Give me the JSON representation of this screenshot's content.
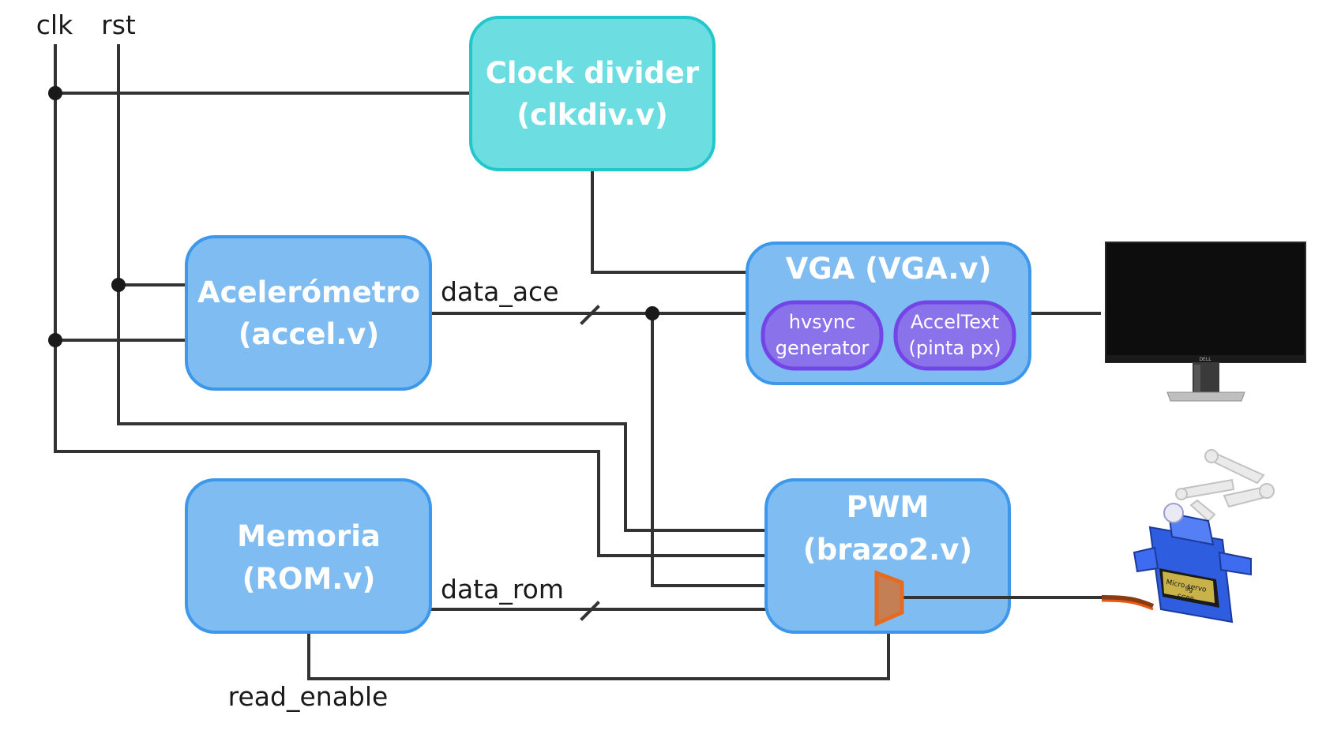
{
  "signals": {
    "clk": "clk",
    "rst": "rst",
    "data_ace": "data_ace",
    "data_rom": "data_rom",
    "read_enable": "read_enable"
  },
  "blocks": {
    "clock_divider": {
      "line1": "Clock divider",
      "line2": "(clkdiv.v)"
    },
    "accelerometer": {
      "line1": "Acelerómetro",
      "line2": "(accel.v)"
    },
    "vga": {
      "title": "VGA (VGA.v)",
      "sub1": {
        "line1": "hvsync",
        "line2": "generator"
      },
      "sub2": {
        "line1": "AccelText",
        "line2": "(pinta px)"
      }
    },
    "memory": {
      "line1": "Memoria",
      "line2": "(ROM.v)"
    },
    "pwm": {
      "line1": "PWM",
      "line2": "(brazo2.v)"
    }
  },
  "servo": {
    "label1": "Micro servo",
    "label2": "9g",
    "label3": "SG90"
  },
  "monitor": {
    "brand": "DELL"
  },
  "colors": {
    "clock_fill": "#6cdde0",
    "clock_stroke": "#22c7cc",
    "block_fill": "#7fbcf2",
    "block_stroke": "#3d97ea",
    "sub_fill": "#8a73ea",
    "sub_stroke": "#7445e6",
    "mux_fill": "#c57f55",
    "mux_stroke": "#e66a1f",
    "wire": "#333333"
  }
}
